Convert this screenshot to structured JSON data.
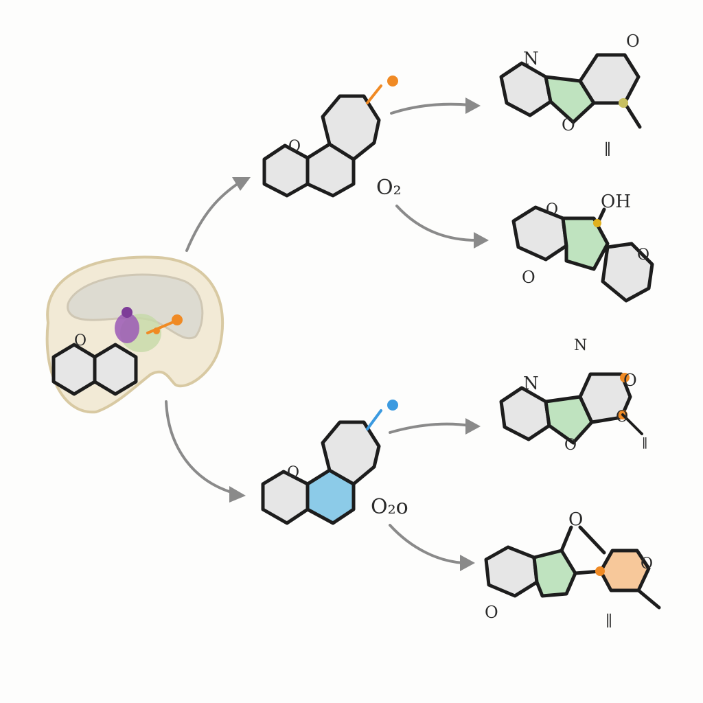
{
  "labels": {
    "enzyme_atom": "O",
    "sub1_atom": "O",
    "sub2_atom": "O",
    "reagent_top": "O₂",
    "reagent_bottom": "O₂o",
    "p1_n": "N",
    "p1_o_top": "O",
    "p1_o_ring": "O",
    "p1_note": "∥",
    "p2_oh": "OH",
    "p2_o_left": "O",
    "p2_o_right": "O",
    "p2_o_bottom": "O",
    "p2_note": "N",
    "p3_n": "N",
    "p3_o_top": "O",
    "p3_o_mid": "O",
    "p3_o_ring": "O",
    "p3_note": "∥",
    "p4_o_top": "O",
    "p4_o_right": "O",
    "p4_o_bottom": "O",
    "p4_note": "∥"
  },
  "colors": {
    "enzyme": "#f2ead6",
    "enzyme_pocket": "#dddbd1",
    "purple": "#9b59b6",
    "orange": "#f08a24",
    "blue": "#3b9ae0",
    "green": "#bfe3bf",
    "light_blue": "#8ccbe8",
    "peach": "#f7c89a"
  }
}
